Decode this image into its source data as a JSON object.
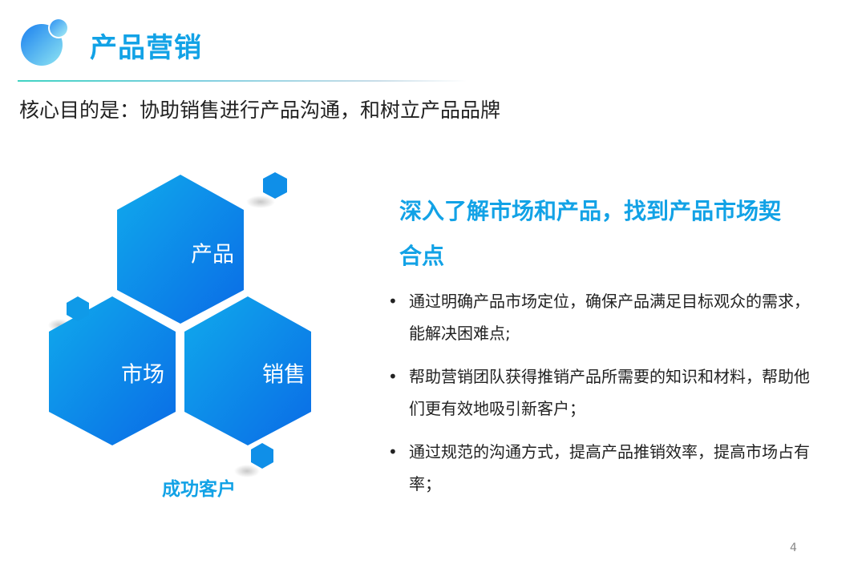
{
  "header": {
    "title": "产品营销",
    "logo_icon": "bubble-circles-icon"
  },
  "subtitle": "核心目的是：协助销售进行产品沟通，和树立产品品牌",
  "diagram": {
    "hexagons": [
      {
        "label": "产品"
      },
      {
        "label": "市场"
      },
      {
        "label": "销售"
      }
    ],
    "caption": "成功客户",
    "colors": {
      "hex_light": "#0fa8ea",
      "hex_dark": "#0a6fe6",
      "accent": "#12a2e6"
    }
  },
  "content": {
    "heading": "深入了解市场和产品，找到产品市场契合点",
    "bullet_symbol": "•",
    "bullets": [
      "通过明确产品市场定位，确保产品满足目标观众的需求，能解决困难点;",
      "帮助营销团队获得推销产品所需要的知识和材料，帮助他们更有效地吸引新客户；",
      "通过规范的沟通方式，提高产品推销效率，提高市场占有率；"
    ]
  },
  "footer": {
    "page_number": "4"
  }
}
